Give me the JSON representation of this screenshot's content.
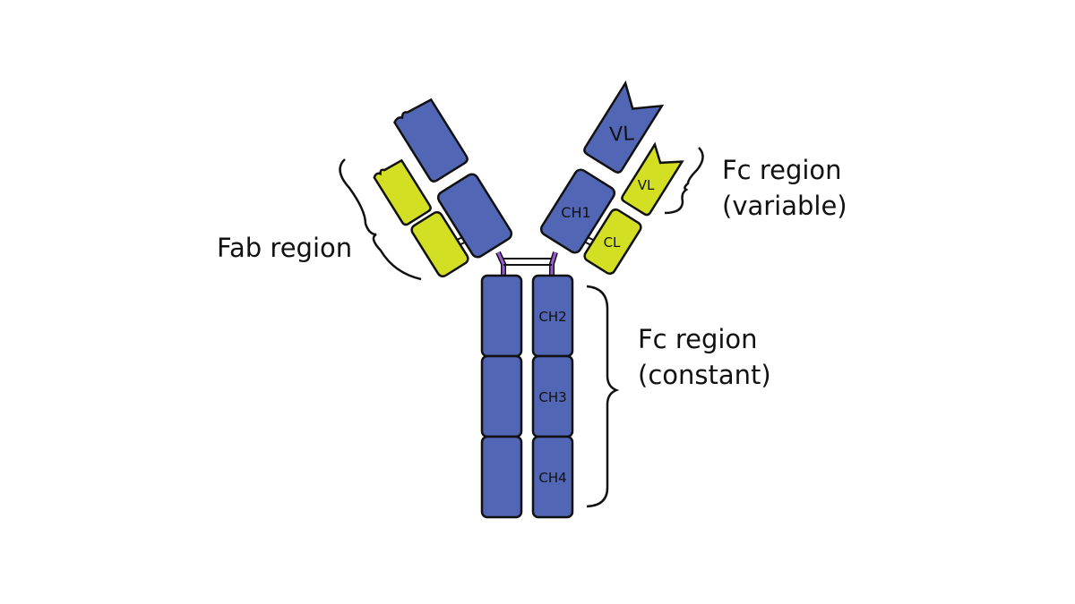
{
  "labels": {
    "fab": "Fab region",
    "fc_variable_line1": "Fc region",
    "fc_variable_line2": "(variable)",
    "fc_constant_line1": "Fc region",
    "fc_constant_line2": "(constant)"
  },
  "domains": {
    "vl_heavy": "VL",
    "vl_light": "VL",
    "ch1": "CH1",
    "cl": "CL",
    "ch2": "CH2",
    "ch3": "CH3",
    "ch4": "CH4"
  },
  "colors": {
    "heavy": "#5166b5",
    "light": "#d3df22",
    "hinge": "#9b59d6"
  }
}
